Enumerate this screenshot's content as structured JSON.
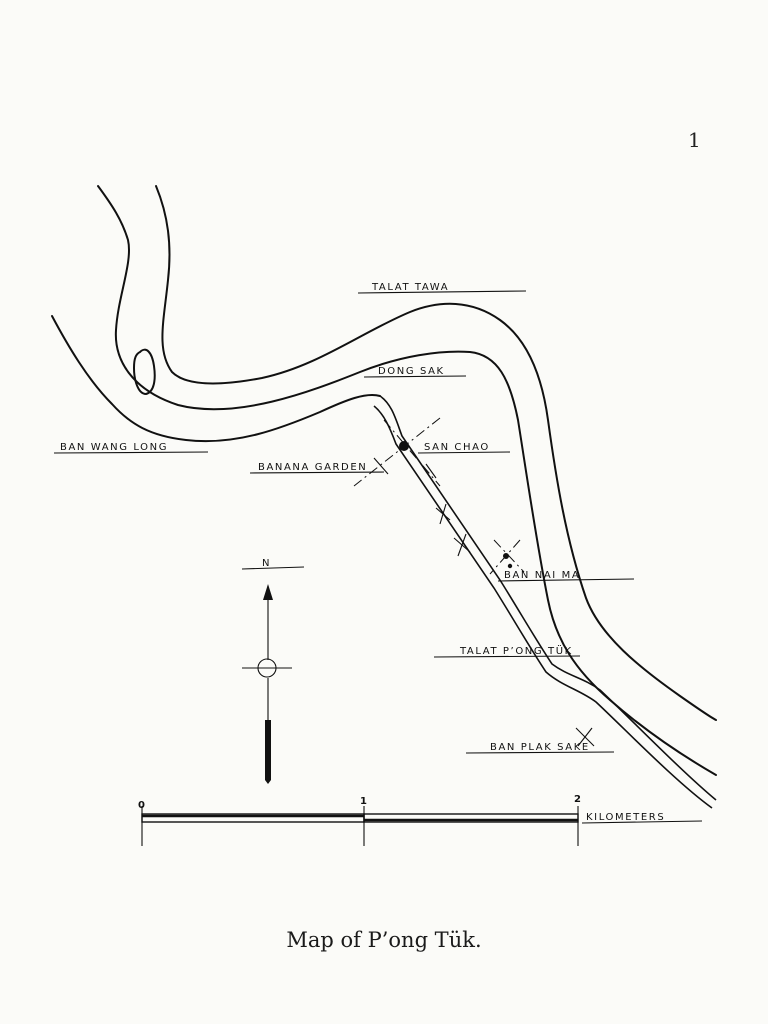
{
  "page_number": "1",
  "caption": "Map of P’ong Tük.",
  "places": {
    "talat_tawa": "TALAT TAWA",
    "dong_sak": "DONG SAK",
    "ban_wang_long": "BAN WANG LONG",
    "san_chao": "SAN CHAO",
    "banana_garden": "BANANA GARDEN",
    "ban_nai_ma": "BAN NAI MA",
    "talat_pong_tuk": "TALAT P’ONG TÜK",
    "ban_plak_sake": "BAN PLAK SAKE"
  },
  "compass": {
    "north_label": "N"
  },
  "scale_bar": {
    "ticks": [
      "0",
      "1",
      "2"
    ],
    "unit": "KILOMETERS"
  }
}
